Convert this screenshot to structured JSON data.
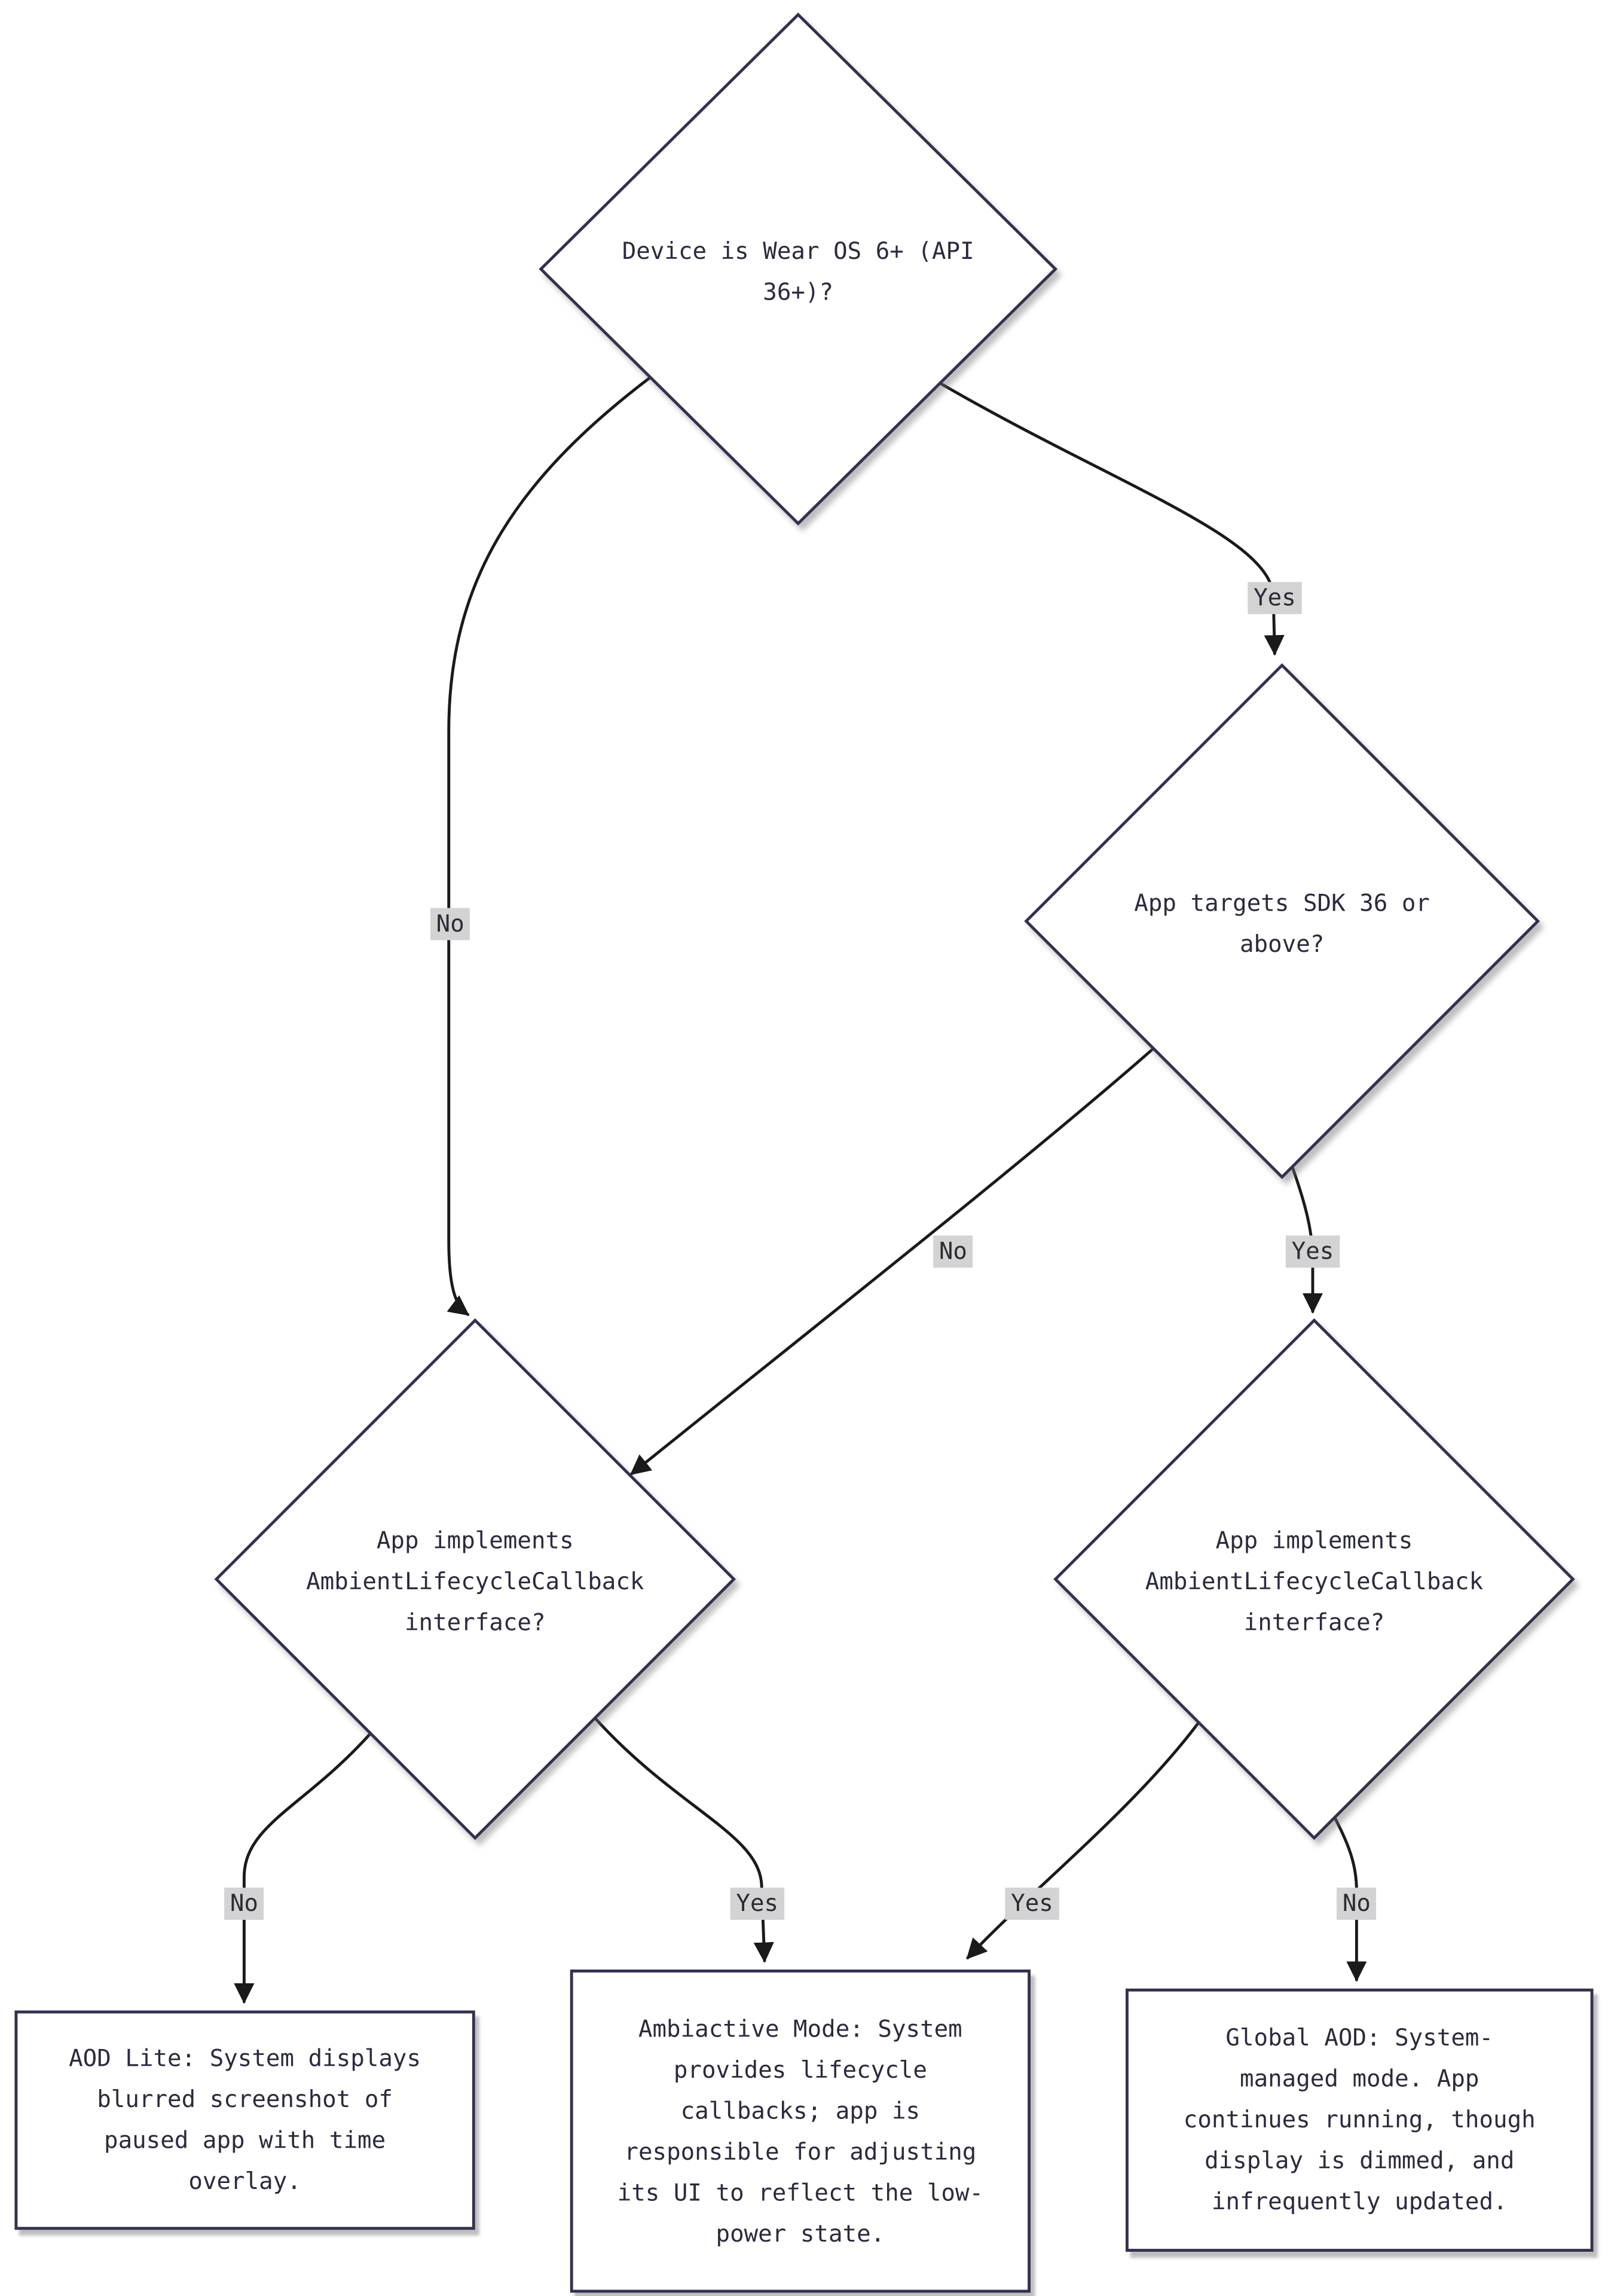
{
  "colors": {
    "node_border": "#32324e",
    "node_fill": "#ffffff",
    "edge_line": "#1a1a1a",
    "edge_label_bg": "#d3d3d3",
    "text": "#2b2b3d"
  },
  "nodes": {
    "device_wear_os": {
      "label": "Device is Wear OS 6+ (API\n36+)?"
    },
    "targets_sdk36": {
      "label": "App targets SDK 36 or\nabove?"
    },
    "callback_left": {
      "label": "App implements\nAmbientLifecycleCallback\ninterface?"
    },
    "callback_right": {
      "label": "App implements\nAmbientLifecycleCallback\ninterface?"
    },
    "aod_lite": {
      "label": "AOD Lite: System displays\nblurred screenshot of\npaused app with time\noverlay."
    },
    "ambiactive": {
      "label": "Ambiactive Mode: System\nprovides lifecycle\ncallbacks; app is\nresponsible for adjusting\nits UI to reflect the low-\npower state."
    },
    "global_aod": {
      "label": "Global AOD: System-\nmanaged mode. App\ncontinues running, though\ndisplay is dimmed, and\ninfrequently updated."
    }
  },
  "edge_labels": {
    "device_yes": "Yes",
    "device_no": "No",
    "sdk_no": "No",
    "sdk_yes": "Yes",
    "left_no": "No",
    "left_yes": "Yes",
    "right_yes": "Yes",
    "right_no": "No"
  }
}
